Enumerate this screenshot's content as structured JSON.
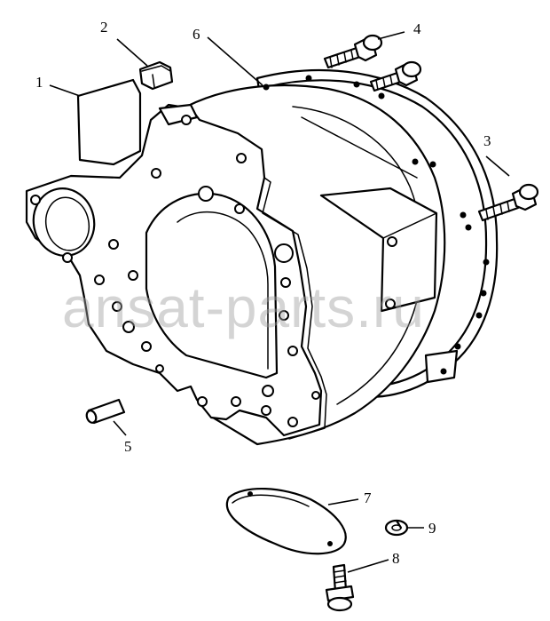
{
  "watermark": "ansat-parts.ru",
  "callouts": [
    {
      "id": "1",
      "label": "1",
      "part": "flywheel-housing"
    },
    {
      "id": "2",
      "label": "2",
      "part": "plug"
    },
    {
      "id": "3",
      "label": "3",
      "part": "cap-screw"
    },
    {
      "id": "4",
      "label": "4",
      "part": "cap-screw"
    },
    {
      "id": "5",
      "label": "5",
      "part": "dowel-pin"
    },
    {
      "id": "6",
      "label": "6",
      "part": "dowel-pin"
    },
    {
      "id": "7",
      "label": "7",
      "part": "cover-plate"
    },
    {
      "id": "8",
      "label": "8",
      "part": "cap-screw"
    },
    {
      "id": "9",
      "label": "9",
      "part": "lock-washer"
    }
  ]
}
